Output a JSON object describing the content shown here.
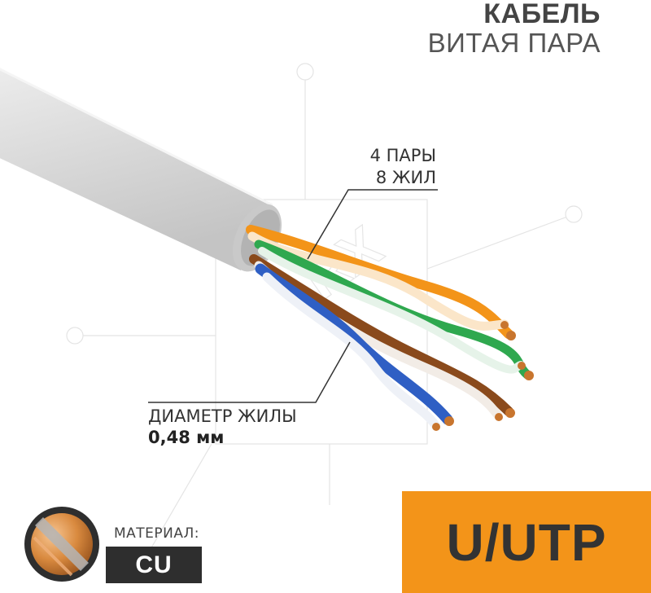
{
  "heading": {
    "line1": "КАБЕЛЬ",
    "line2": "ВИТАЯ ПАРА"
  },
  "callout_pairs": {
    "line1": "4 ПАРЫ",
    "line2": "8 ЖИЛ"
  },
  "callout_diameter": {
    "label": "ДИАМЕТР ЖИЛЫ",
    "value": "0,48 мм"
  },
  "material": {
    "label": "МАТЕРИАЛ:",
    "value": "CU"
  },
  "cable_type": "U/UTP",
  "watermark": "REXANT",
  "colors": {
    "accent": "#f39419",
    "jacket": "#dcdcdc",
    "wire_orange": "#f39419",
    "wire_green": "#2fa84f",
    "wire_blue": "#2f5fc4",
    "wire_brown": "#8a4a1c",
    "copper": "#c8752e",
    "material_box": "#2e2e2e"
  }
}
